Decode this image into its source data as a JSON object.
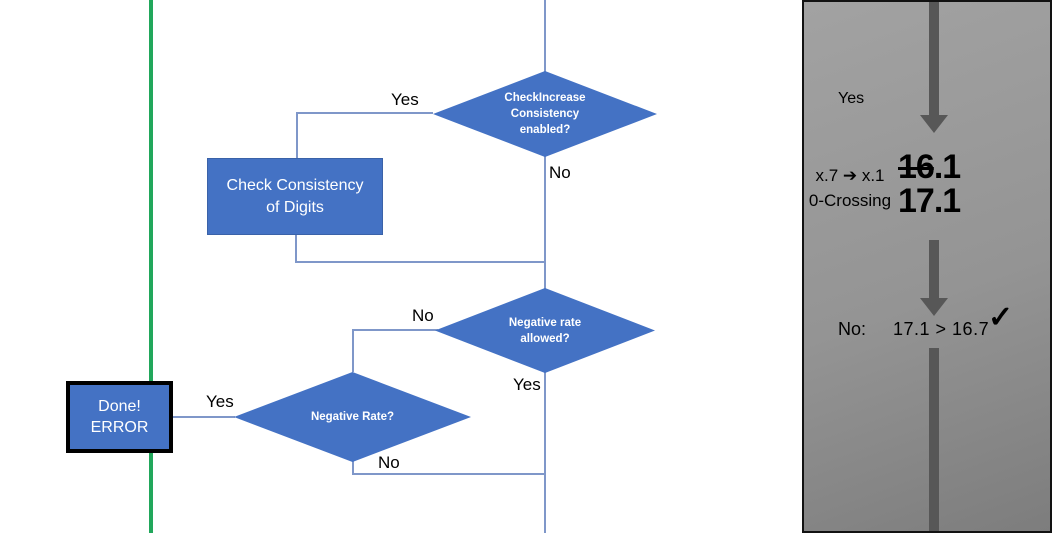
{
  "flowchart": {
    "d1": {
      "text": "CheckIncrease Consistency enabled?",
      "yes": "Yes",
      "no": "No"
    },
    "process": {
      "text": "Check Consistency of Digits"
    },
    "d2": {
      "text": "Negative rate allowed?",
      "no": "No",
      "yes": "Yes"
    },
    "d3": {
      "text": "Negative Rate?",
      "yes": "Yes",
      "no": "No"
    },
    "error": {
      "line1": "Done!",
      "line2": "ERROR"
    }
  },
  "panel": {
    "yes": "Yes",
    "rule_line1": "x.7 ➔ x.1",
    "rule_line2": "0-Crossing",
    "old_value_struck": "16",
    "old_value_rest": ".1",
    "new_value": "17.1",
    "no": "No:",
    "comparison": "17.1 > 16.7",
    "check": "✓"
  },
  "colors": {
    "shape_blue": "#4472C4",
    "shape_border_blue": "#3A62A8",
    "connector_blue": "#7F97C9",
    "timeline_green": "#21A75B",
    "arrow_gray": "#575757",
    "panel_gray_top": "#A2A2A2",
    "panel_gray_bottom": "#7D7D7D"
  }
}
